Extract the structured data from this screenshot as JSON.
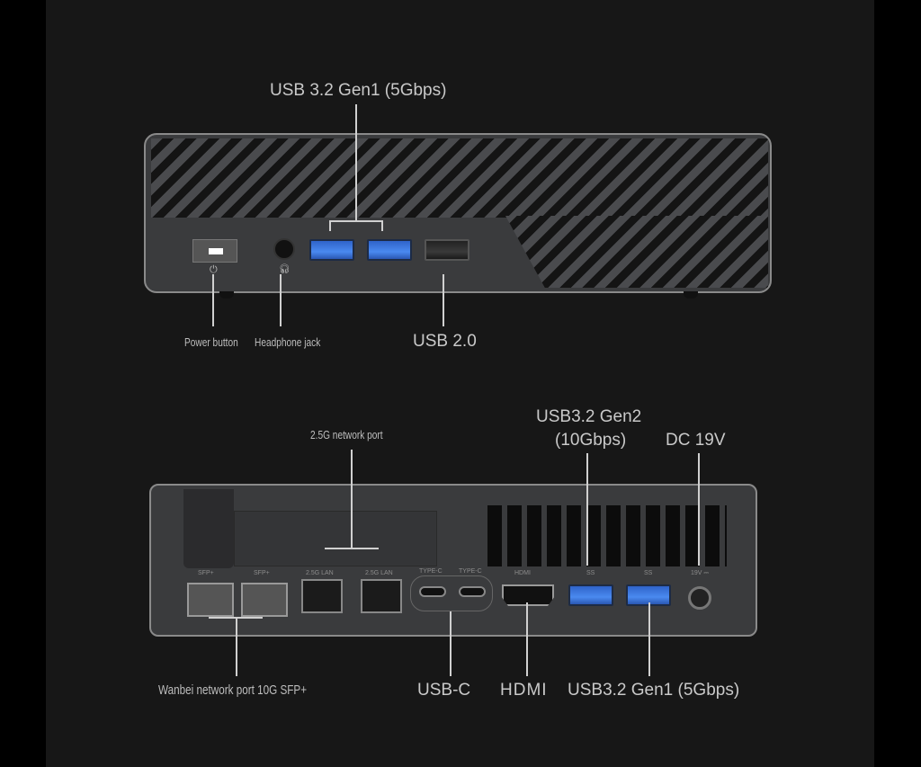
{
  "front": {
    "labels": {
      "usb32_gen1": "USB 3.2 Gen1 (5Gbps)",
      "power": "Power button",
      "headphone": "Headphone jack",
      "usb20": "USB 2.0"
    }
  },
  "rear": {
    "labels": {
      "lan": "2.5G network port",
      "usb32_gen2_line1": "USB3.2 Gen2",
      "usb32_gen2_line2": "(10Gbps)",
      "dc": "DC 19V",
      "sfp": "Wanbei network port 10G SFP+",
      "usbc": "USB-C",
      "hdmi": "HDMI",
      "usb32_gen1": "USB3.2 Gen1 (5Gbps)"
    },
    "engraved": {
      "sfp1": "SFP+",
      "sfp2": "SFP+",
      "lan1": "2.5G LAN",
      "lan2": "2.5G LAN",
      "typec1": "TYPE-C",
      "typec2": "TYPE-C",
      "hdmi": "HDMI",
      "usb_a": "SS",
      "usb_b": "SS",
      "dc": "19V ⎓"
    }
  },
  "colors": {
    "usb3_blue": "#3b78e0",
    "background": "#171717"
  }
}
